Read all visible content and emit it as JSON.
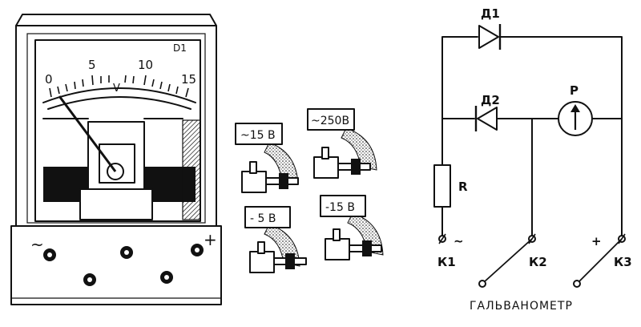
{
  "meter": {
    "corner_mark": "D1",
    "scale_ticks": [
      "0",
      "5",
      "10",
      "15"
    ],
    "unit": "V",
    "terminal_ac": "~",
    "terminal_plus": "+"
  },
  "range_plugs": [
    {
      "label": "~15 В"
    },
    {
      "label": "~250В"
    },
    {
      "label": "- 5 В"
    },
    {
      "label": "-15 В"
    }
  ],
  "circuit": {
    "diode1": "Д1",
    "diode2": "Д2",
    "meter": "P",
    "resistor": "R",
    "ac_sign": "~",
    "plus_sign": "+",
    "k1": "К1",
    "k2": "К2",
    "k3": "К3",
    "galvanometer": "ГАЛЬВАНОМЕТР"
  }
}
